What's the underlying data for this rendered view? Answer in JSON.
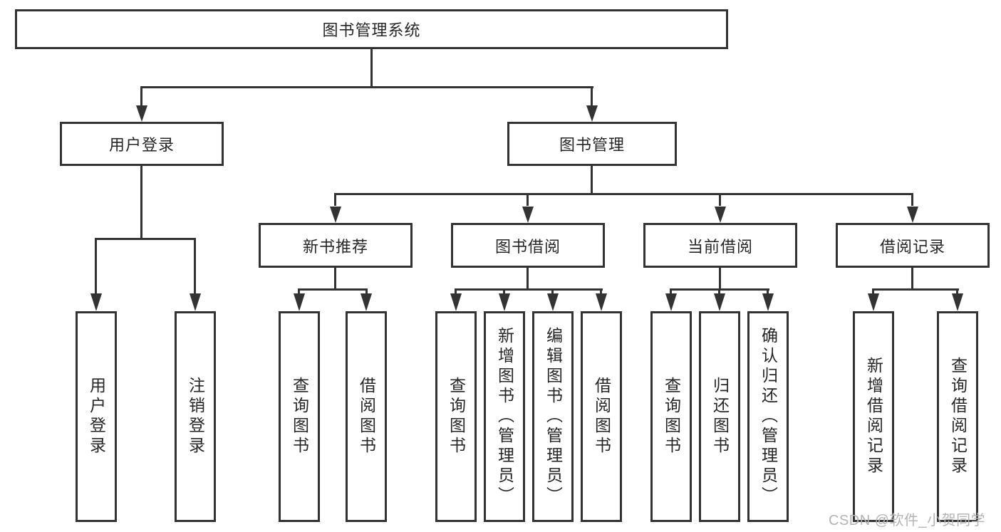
{
  "diagram": {
    "title": "图书管理系统",
    "type": "function-structure-tree",
    "watermark": "CSDN @软件_小贺同学",
    "colors": {
      "line": "#333333",
      "box_border": "#333333",
      "text": "#262626",
      "background": "#ffffff",
      "watermark": "#b3b3b3"
    }
  },
  "nodes": {
    "root": {
      "label": "图书管理系统"
    },
    "branches": [
      {
        "label": "用户登录",
        "children": [
          {
            "label": "用户登录"
          },
          {
            "label": "注销登录"
          }
        ]
      },
      {
        "label": "图书管理",
        "children": [
          {
            "label": "新书推荐",
            "children": [
              {
                "label": "查询图书"
              },
              {
                "label": "借阅图书"
              }
            ]
          },
          {
            "label": "图书借阅",
            "children": [
              {
                "label": "查询图书"
              },
              {
                "label": "新增图书（管理员）"
              },
              {
                "label": "编辑图书（管理员）"
              },
              {
                "label": "借阅图书"
              }
            ]
          },
          {
            "label": "当前借阅",
            "children": [
              {
                "label": "查询图书"
              },
              {
                "label": "归还图书"
              },
              {
                "label": "确认归还（管理员）"
              }
            ]
          },
          {
            "label": "借阅记录",
            "children": [
              {
                "label": "新增借阅记录"
              },
              {
                "label": "查询借阅记录"
              }
            ]
          }
        ]
      }
    ]
  }
}
